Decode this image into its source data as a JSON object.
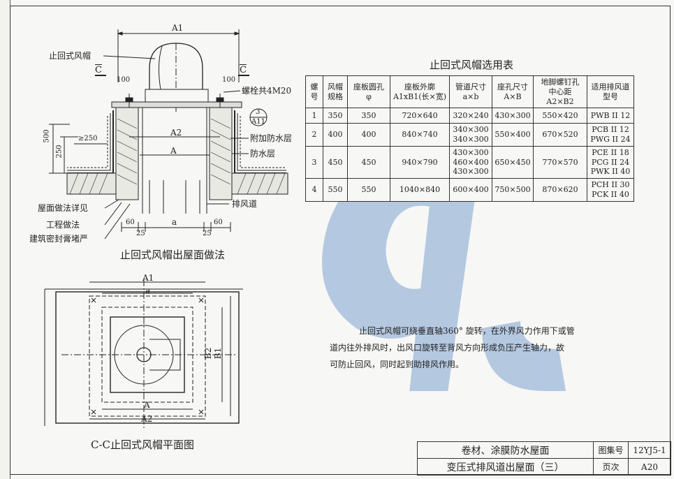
{
  "section_drawing": {
    "title": "止回式风帽出屋面做法",
    "labels": {
      "a1": "A1",
      "cap_name": "止回式风帽",
      "c_left": "C",
      "c_right": "C",
      "dim_100_left": "100",
      "dim_100_right": "100",
      "bolt": "螺栓共4M20",
      "ref_top": "3",
      "ref_bottom": "A11",
      "a2": "A2",
      "a": "A",
      "extra_waterproof": "附加防水层",
      "waterproof": "防水层",
      "dim_500": "500",
      "dim_250": "250",
      "dim_ge250": "≥250",
      "exhaust_duct": "排风道",
      "roof_note_1": "屋面做法详见",
      "roof_note_2": "工程做法",
      "sealant": "建筑密封膏堵严",
      "dim_60_left": "60",
      "dim_25_left": "25",
      "dim_a": "a",
      "dim_25_right": "25",
      "dim_60_right": "60"
    }
  },
  "plan_drawing": {
    "title": "C-C止回式风帽平面图",
    "labels": {
      "a1": "A1",
      "a_small": "a",
      "b2": "B2",
      "b1": "B1",
      "a": "A",
      "a2": "A2"
    }
  },
  "selection_table": {
    "title": "止回式风帽选用表",
    "headers": [
      [
        "螺",
        "号"
      ],
      [
        "风帽",
        "规格"
      ],
      [
        "座板圆孔",
        "φ"
      ],
      [
        "座板外廓",
        "A1xB1(长×宽)"
      ],
      [
        "管道尺寸",
        "a×b"
      ],
      [
        "座孔尺寸",
        "A×B"
      ],
      [
        "地脚螺钉孔",
        "中心距A2×B2"
      ],
      [
        "适用排风道",
        "型号"
      ]
    ],
    "rows": [
      {
        "no": "1",
        "spec": "350",
        "hole": "350",
        "outline": "720×640",
        "pipe": [
          "320×240"
        ],
        "seat": "430×300",
        "bolt": "550×420",
        "models": [
          "PWB II 12"
        ]
      },
      {
        "no": "2",
        "spec": "400",
        "hole": "400",
        "outline": "840×740",
        "pipe": [
          "340×300",
          "340×300"
        ],
        "seat": "550×400",
        "bolt": "670×520",
        "models": [
          "PCB II 12",
          "PWG II 24"
        ]
      },
      {
        "no": "3",
        "spec": "450",
        "hole": "450",
        "outline": "940×790",
        "pipe": [
          "430×300",
          "460×400",
          "430×300"
        ],
        "seat": "650×450",
        "bolt": "770×570",
        "models": [
          "PCE II 18",
          "PCG II 24",
          "PWK II 40"
        ]
      },
      {
        "no": "4",
        "spec": "550",
        "hole": "550",
        "outline": "1040×840",
        "pipe": [
          "600×400"
        ],
        "seat": "750×500",
        "bolt": "870×620",
        "models": [
          "PCH II 30",
          "PCK II 40"
        ]
      }
    ]
  },
  "note": {
    "line1": "止回式风帽可绕垂直轴360° 旋转，在外界风力作用下或管",
    "line2": "道内往外排风时，出风口旋转至背风方向形成负压产生轴力，故",
    "line3": "可防止回风，同时起到助排风作用。"
  },
  "title_block": {
    "title_line1": "卷材、涂膜防水屋面",
    "title_line2": "变压式排风道出屋面（三）",
    "atlas_label": "图集号",
    "atlas_value": "12YJ5-1",
    "page_label": "页次",
    "page_value": "A20"
  },
  "colors": {
    "line": "#222222",
    "watermark": "#7fa3cf",
    "paper": "#f7f7f5"
  }
}
